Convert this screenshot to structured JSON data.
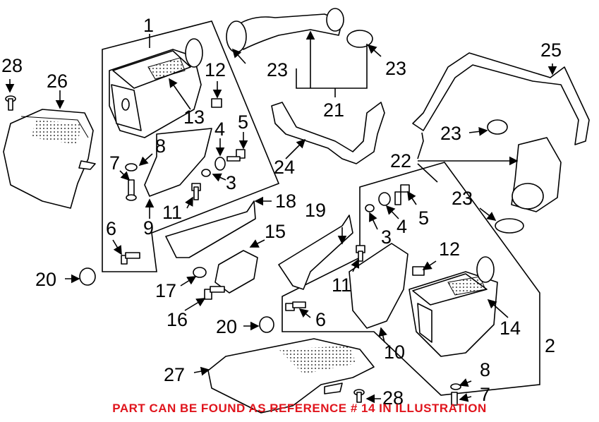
{
  "callouts": {
    "c1": "1",
    "c2": "2",
    "c3a": "3",
    "c3b": "3",
    "c4a": "4",
    "c4b": "4",
    "c5a": "5",
    "c5b": "5",
    "c6a": "6",
    "c6b": "6",
    "c7a": "7",
    "c7b": "7",
    "c8a": "8",
    "c8b": "8",
    "c9": "9",
    "c10": "10",
    "c11a": "11",
    "c11b": "11",
    "c12a": "12",
    "c12b": "12",
    "c13": "13",
    "c14": "14",
    "c15": "15",
    "c16": "16",
    "c17": "17",
    "c18": "18",
    "c19": "19",
    "c20a": "20",
    "c20b": "20",
    "c21": "21",
    "c22": "22",
    "c23a": "23",
    "c23b": "23",
    "c23c": "23",
    "c23d": "23",
    "c24": "24",
    "c25": "25",
    "c26": "26",
    "c27": "27",
    "c28a": "28",
    "c28b": "28"
  },
  "footnote": "PART CAN BE FOUND AS REFERENCE # 14 IN ILLUSTRATION",
  "colors": {
    "footnote": "#e0141c",
    "lines": "#000000"
  }
}
